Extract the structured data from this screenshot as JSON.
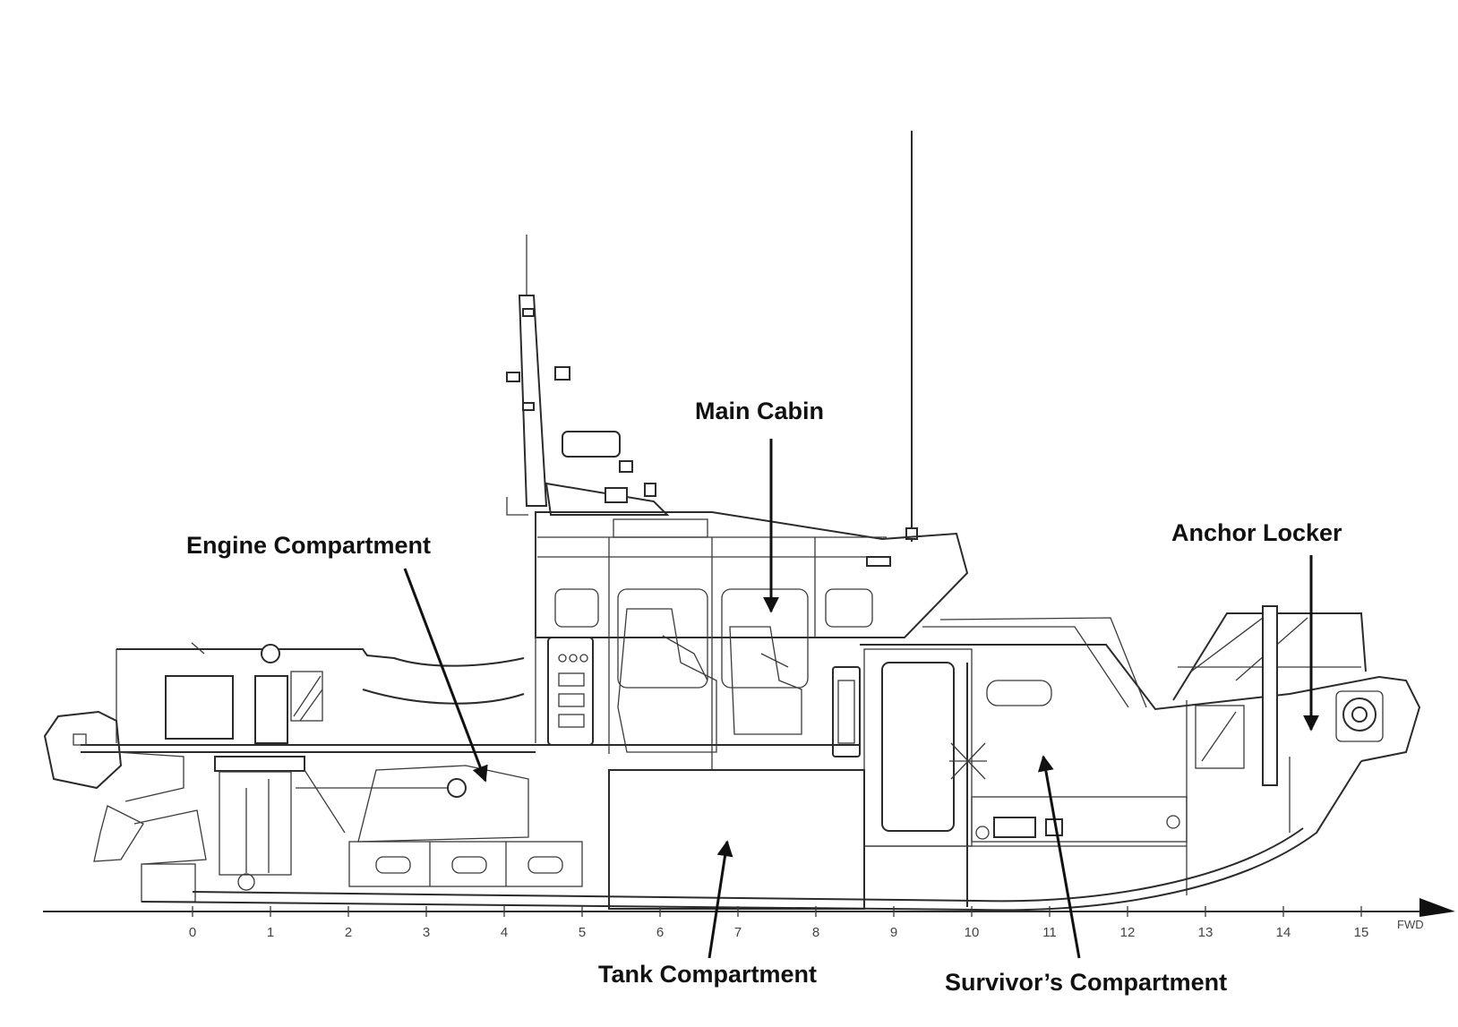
{
  "labels": {
    "main_cabin": "Main Cabin",
    "engine_compartment": "Engine Compartment",
    "anchor_locker": "Anchor Locker",
    "tank_compartment": "Tank Compartment",
    "survivors_compartment": "Survivor’s Compartment"
  },
  "axis": {
    "ticks": [
      "0",
      "1",
      "2",
      "3",
      "4",
      "5",
      "6",
      "7",
      "8",
      "9",
      "10",
      "11",
      "12",
      "13",
      "14",
      "15"
    ],
    "direction": "FWD"
  }
}
